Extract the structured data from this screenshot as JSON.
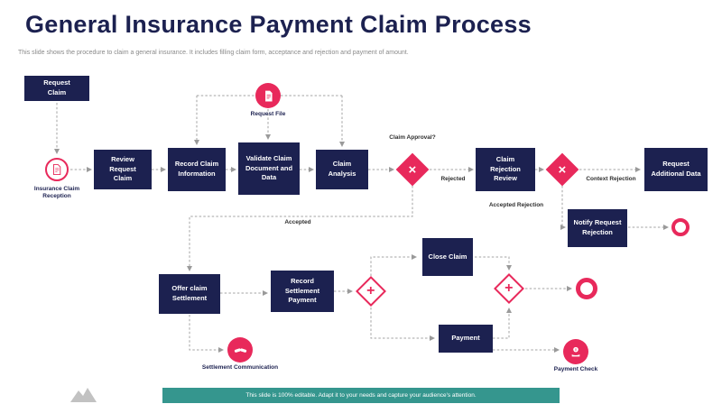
{
  "slide": {
    "title": "General Insurance Payment Claim Process",
    "subtitle": "This slide shows the procedure to claim a general insurance. It includes filling claim form, acceptance and rejection and payment of amount.",
    "footer": "This slide is 100% editable. Adapt it to your needs and capture your audience's attention."
  },
  "colors": {
    "navy": "#1c2150",
    "pink": "#e8295b",
    "teal": "#35968e",
    "connector_gray": "#a3a3a3"
  },
  "glyphs": {
    "cross": "×",
    "plus": "+"
  },
  "nodes": {
    "request_claim": "Request Claim",
    "review_request_claim": "Review Request Claim",
    "record_claim_information": "Record Claim Information",
    "validate_claim_document": "Validate Claim Document and Data",
    "claim_analysis": "Claim Analysis",
    "claim_rejection_review": "Claim Rejection Review",
    "request_additional_data": "Request Additional Data",
    "notify_request_rejection": "Notify Request Rejection",
    "offer_claim_settlement": "Offer claim Settlement",
    "record_settlement_payment": "Record Settlement Payment",
    "close_claim": "Close Claim",
    "payment": "Payment"
  },
  "labels": {
    "insurance_claim_reception": "Insurance Claim Reception",
    "request_file": "Request File",
    "claim_approval": "Claim Approval?",
    "rejected": "Rejected",
    "accepted": "Accepted",
    "context_rejection": "Context Rejection",
    "accepted_rejection": "Accepted Rejection",
    "settlement_communication": "Settlement Communication",
    "payment_check": "Payment Check"
  }
}
